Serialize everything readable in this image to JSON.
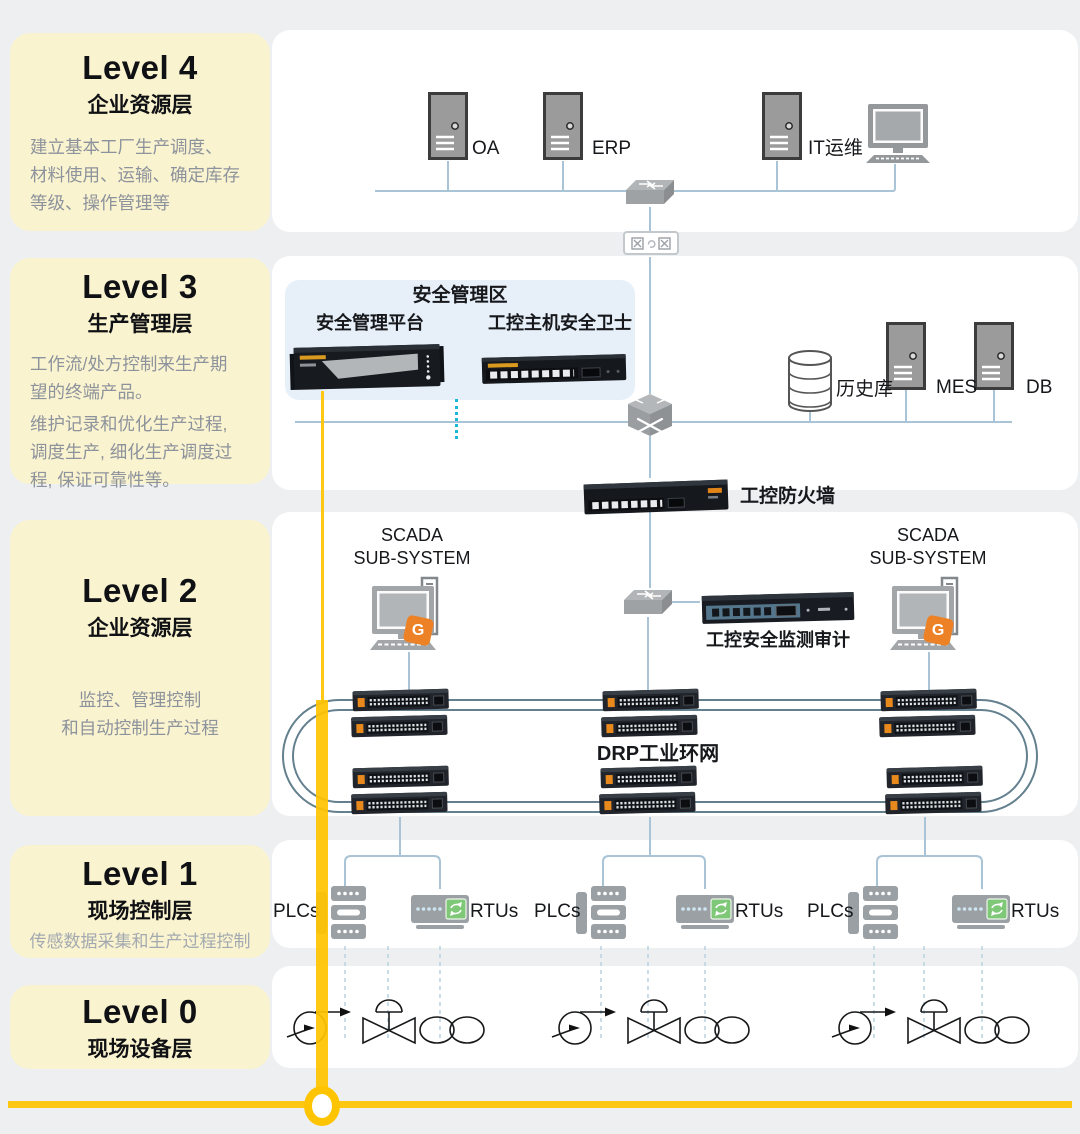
{
  "levels": [
    {
      "title": "Level 4",
      "subtitle": "企业资源层",
      "desc": "建立基本工厂生产调度、\n材料使用、运输、确定库存\n等级、操作管理等"
    },
    {
      "title": "Level 3",
      "subtitle": "生产管理层",
      "desc": "工作流/处方控制来生产期\n望的终端产品。",
      "desc2": "维护记录和优化生产过程,\n调度生产, 细化生产调度过\n程, 保证可靠性等。"
    },
    {
      "title": "Level 2",
      "subtitle": "企业资源层",
      "desc": "监控、管理控制\n和自动控制生产过程"
    },
    {
      "title": "Level 1",
      "subtitle": "现场控制层",
      "desc": "传感数据采集和生产过程控制"
    },
    {
      "title": "Level 0",
      "subtitle": "现场设备层"
    }
  ],
  "nodes": {
    "oa": "OA",
    "erp": "ERP",
    "it_ops": "IT运维",
    "security_zone": "安全管理区",
    "security_platform": "安全管理平台",
    "host_guard": "工控主机安全卫士",
    "historian": "历史库",
    "mes": "MES",
    "db": "DB",
    "firewall": "工控防火墙",
    "scada": "SCADA\nSUB-SYSTEM",
    "audit": "工控安全监测审计",
    "badge_g": "G",
    "ring": "DRP工业环网",
    "plcs": "PLCs",
    "rtus": "RTUs"
  },
  "colors": {
    "page_bg": "#EDEFF1",
    "card_bg": "#FFFFFF",
    "level_box": "#FAF3CF",
    "zone_panel": "#E7F0F9",
    "wire": "#A9C4D6",
    "wire_dashed": "#BCD5E2",
    "ring_stroke": "#64808E",
    "accent_yellow": "#FFC400",
    "teal": "#1AB6D8",
    "badge_orange": "#EC8125",
    "rtu_green": "#7FC878"
  }
}
